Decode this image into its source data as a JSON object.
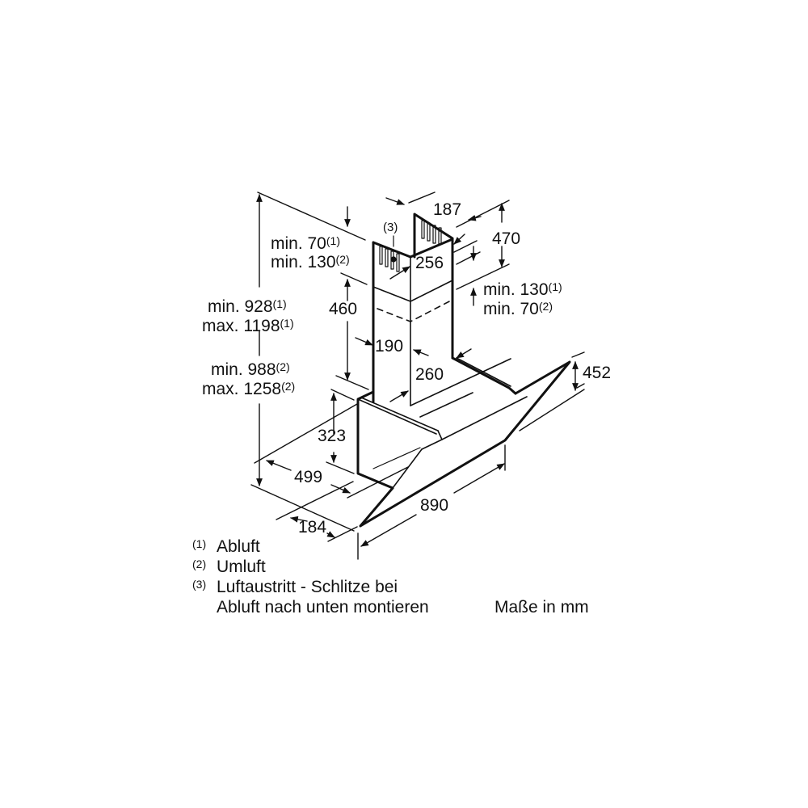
{
  "diagram": {
    "subject": "Wall-mounted inclined cooker hood dimension drawing",
    "dimensions": {
      "chimney_top_width": "187",
      "chimney_upper_height": "470",
      "chimney_upper_depth": "256",
      "chimney_lower_height": "460",
      "chimney_lower_depth": "190",
      "chimney_lower_width": "260",
      "hood_front_height": "452",
      "hood_body_height": "323",
      "hood_depth": "499",
      "hood_bottom_depth": "184",
      "hood_width": "890"
    },
    "constraints": {
      "top_gap_line1": "min. 70",
      "top_gap_line1_ref": "(1)",
      "top_gap_line2": "min. 130",
      "top_gap_line2_ref": "(2)",
      "overlap_line1": "min. 130",
      "overlap_line1_ref": "(1)",
      "overlap_line2": "min. 70",
      "overlap_line2_ref": "(2)",
      "total_abluft_min": "min. 928",
      "total_abluft_min_ref": "(1)",
      "total_abluft_max": "max. 1198",
      "total_abluft_max_ref": "(1)",
      "total_umluft_min": "min. 988",
      "total_umluft_min_ref": "(2)",
      "total_umluft_max": "max. 1258",
      "total_umluft_max_ref": "(2)"
    },
    "callout": "(3)"
  },
  "legend": [
    {
      "num": "(1)",
      "text": "Abluft"
    },
    {
      "num": "(2)",
      "text": "Umluft"
    },
    {
      "num": "(3)",
      "text": "Luftaustritt - Schlitze bei"
    },
    {
      "num": "",
      "text": "Abluft nach unten montieren"
    }
  ],
  "units_note": "Maße in mm",
  "colors": {
    "line": "#111111",
    "background": "#ffffff"
  }
}
